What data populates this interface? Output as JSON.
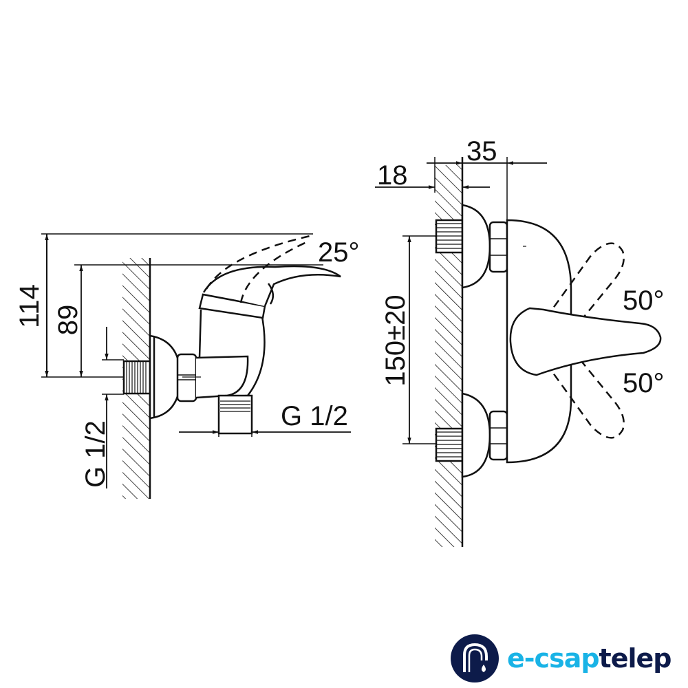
{
  "side_view": {
    "height_total": "114",
    "height_body": "89",
    "inlet_thread": "G 1/2",
    "outlet_thread": "G 1/2",
    "lever_angle": "25°"
  },
  "front_view": {
    "depth_total": "35",
    "depth_wall": "18",
    "inlet_spacing": "150±20",
    "lever_angle_up": "50°",
    "lever_angle_down": "50°"
  },
  "logo": {
    "text_part1": "e-csap",
    "text_part2": "telep",
    "color_part1": "#19b3e6",
    "color_part2": "#0d1b4a"
  }
}
